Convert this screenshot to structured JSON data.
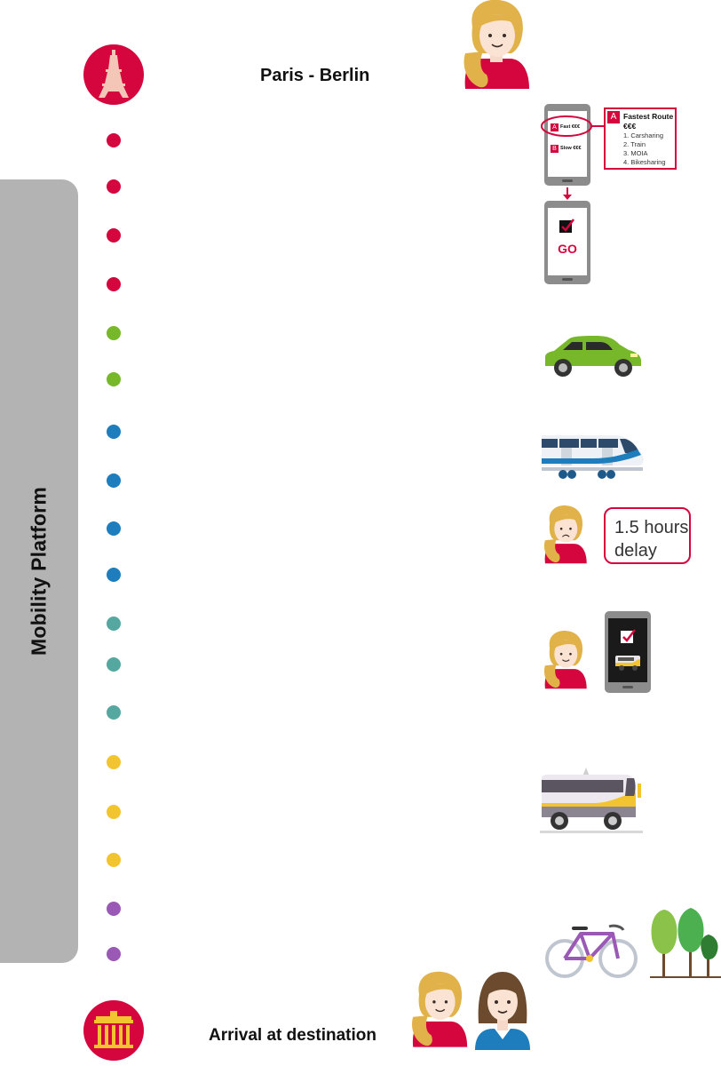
{
  "header": {
    "route_title": "Paris - Berlin"
  },
  "footer": {
    "arrival_title": "Arrival at destination"
  },
  "platform": {
    "label": "Mobility Platform"
  },
  "app_screen": {
    "option_a_tag": "A",
    "option_a_label": "Fast €€€",
    "option_b_tag": "B",
    "option_b_label": "Slow €€€",
    "go_label": "GO"
  },
  "route_card": {
    "tag": "A",
    "title": "Fastest Route",
    "price": "€€€",
    "steps": [
      "1. Carsharing",
      "2. Train",
      "3. MOIA",
      "4. Bikesharing"
    ]
  },
  "delay_note": {
    "line1": "1.5 hours",
    "line2": "delay"
  },
  "colors": {
    "brand_red": "#d4063d",
    "carsharing_green": "#76b82a",
    "train_blue": "#1d7dbd",
    "moia_teal": "#55a8a0",
    "bus_yellow": "#f2c530",
    "bike_purple": "#9b59b6",
    "platform_gray": "#b3b3b3"
  },
  "icons": {
    "start_city": "eiffel-tower-icon",
    "end_city": "brandenburg-gate-icon",
    "traveler": "woman-avatar-icon",
    "companion": "friend-avatar-icon",
    "car": "car-icon",
    "train": "train-icon",
    "bus": "bus-icon",
    "bike": "bicycle-icon",
    "trees": "trees-icon",
    "phone": "smartphone-icon"
  }
}
